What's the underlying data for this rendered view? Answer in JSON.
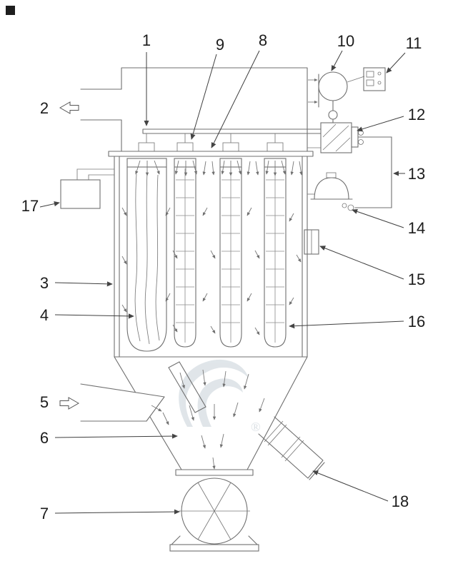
{
  "figure": {
    "type": "technical-diagram",
    "subject": "Pulse-jet baghouse dust collector schematic with numbered callouts",
    "labels": {
      "n1": "1",
      "n2": "2",
      "n3": "3",
      "n4": "4",
      "n5": "5",
      "n6": "6",
      "n7": "7",
      "n8": "8",
      "n9": "9",
      "n10": "10",
      "n11": "11",
      "n12": "12",
      "n13": "13",
      "n14": "14",
      "n15": "15",
      "n16": "16",
      "n17": "17",
      "n18": "18"
    },
    "watermark": {
      "registered_mark": "®"
    },
    "colors": {
      "background": "#ffffff",
      "line": "#6f6f6f",
      "label": "#1c1c1c",
      "watermark": "#c2cdd5"
    }
  }
}
